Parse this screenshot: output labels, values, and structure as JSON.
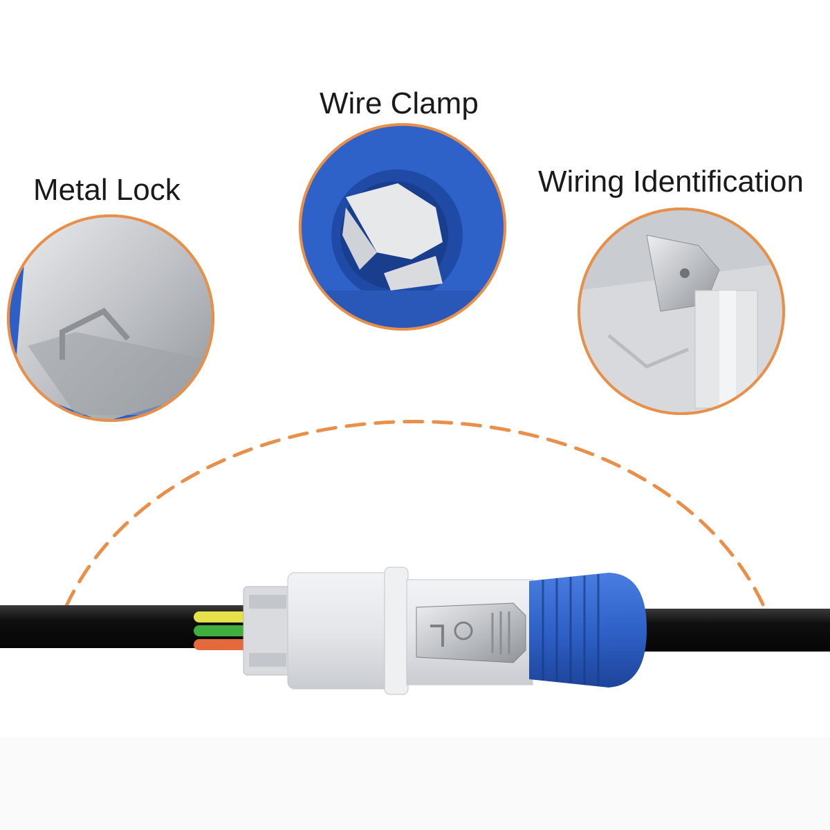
{
  "labels": {
    "metal_lock": "Metal Lock",
    "wire_clamp": "Wire Clamp",
    "wiring_identification": "Wiring Identification"
  },
  "colors": {
    "accent_orange": "#e8904a",
    "connector_blue": "#2f62c8",
    "connector_white": "#e8e9eb",
    "cable_black": "#151515",
    "metal_silver": "#c9cbce"
  }
}
